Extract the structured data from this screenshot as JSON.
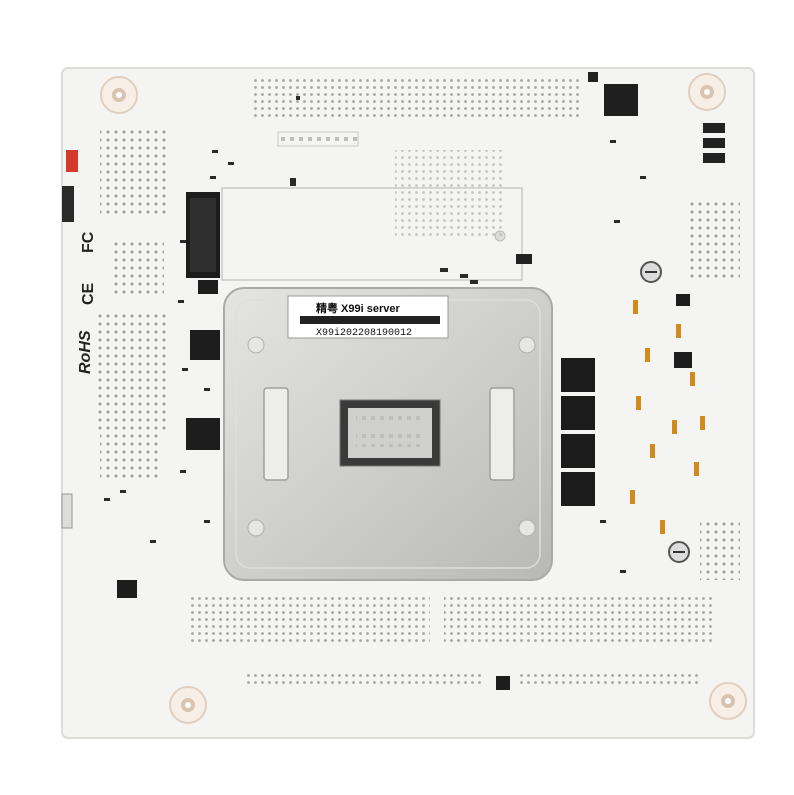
{
  "board": {
    "product_label_line1": "精粤 X99i server",
    "product_label_line2": "X99i202208190012",
    "logos": {
      "fc": "FC",
      "ce": "CE",
      "rohs": "RoHS"
    }
  },
  "colors": {
    "pcb": "#f3f3f1",
    "heatsink": "#c9c9c7",
    "chip": "#1d1d1d",
    "amber": "#d08a1e",
    "red_connector": "#d23a2e",
    "hole": "#e8d0b8"
  }
}
